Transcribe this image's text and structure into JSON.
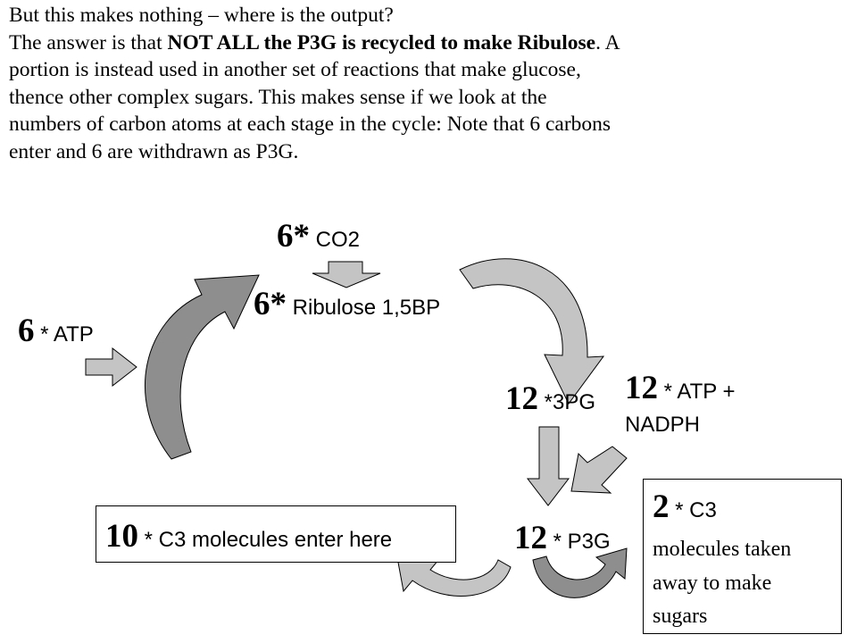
{
  "intro": {
    "line1": "But this makes nothing – where is the output?",
    "line2_pre": "The answer is that ",
    "line2_bold": "NOT ALL the P3G is recycled to make Ribulose",
    "line2_post": ".  A",
    "line3": "portion is instead used in another set of reactions that make glucose,",
    "line4": "thence other complex sugars.  This makes sense if we look at the",
    "line5": "numbers of carbon atoms at each stage in the cycle:  Note that 6 carbons",
    "line6": "enter and 6 are withdrawn as P3G."
  },
  "diagram": {
    "co2": {
      "num": "6*",
      "text": " CO2"
    },
    "ribulose": {
      "num": "6*",
      "text": " Ribulose 1,5BP"
    },
    "atp": {
      "num": "6",
      "text": " * ATP"
    },
    "pg3": {
      "num": "12",
      "text": " *3PG"
    },
    "atp_nadph": {
      "num": "12",
      "text": " * ATP +",
      "text2": "NADPH"
    },
    "p3g": {
      "num": "12",
      "text": " * P3G"
    },
    "c3_enter": {
      "num": "10",
      "text": " * C3 molecules enter here"
    },
    "c3_away": {
      "num": "2",
      "text": " * C3",
      "line2": "molecules taken",
      "line3": "away to make",
      "line4": "sugars"
    }
  },
  "colors": {
    "arrow_light": "#c4c4c4",
    "arrow_dark": "#8e8e8e",
    "arrow_stroke": "#000000"
  }
}
